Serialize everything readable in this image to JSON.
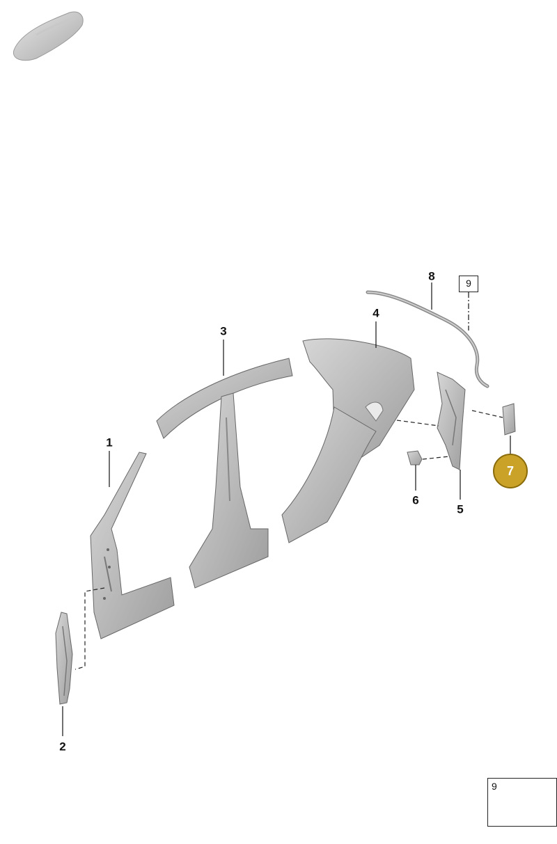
{
  "callouts": {
    "c1": "1",
    "c2": "2",
    "c3": "3",
    "c4": "4",
    "c5": "5",
    "c6": "6",
    "c7": "7",
    "c8": "8",
    "c9_box": "9"
  },
  "inset": {
    "label": "9"
  },
  "colors": {
    "part_fill": "#bdbdbd",
    "part_dark": "#8a8a8a",
    "part_edge": "#555555",
    "highlight": "#c9a227"
  },
  "icons": {
    "car_thumbnail": "car-silhouette-icon",
    "clip_icon": "clip-icon"
  }
}
